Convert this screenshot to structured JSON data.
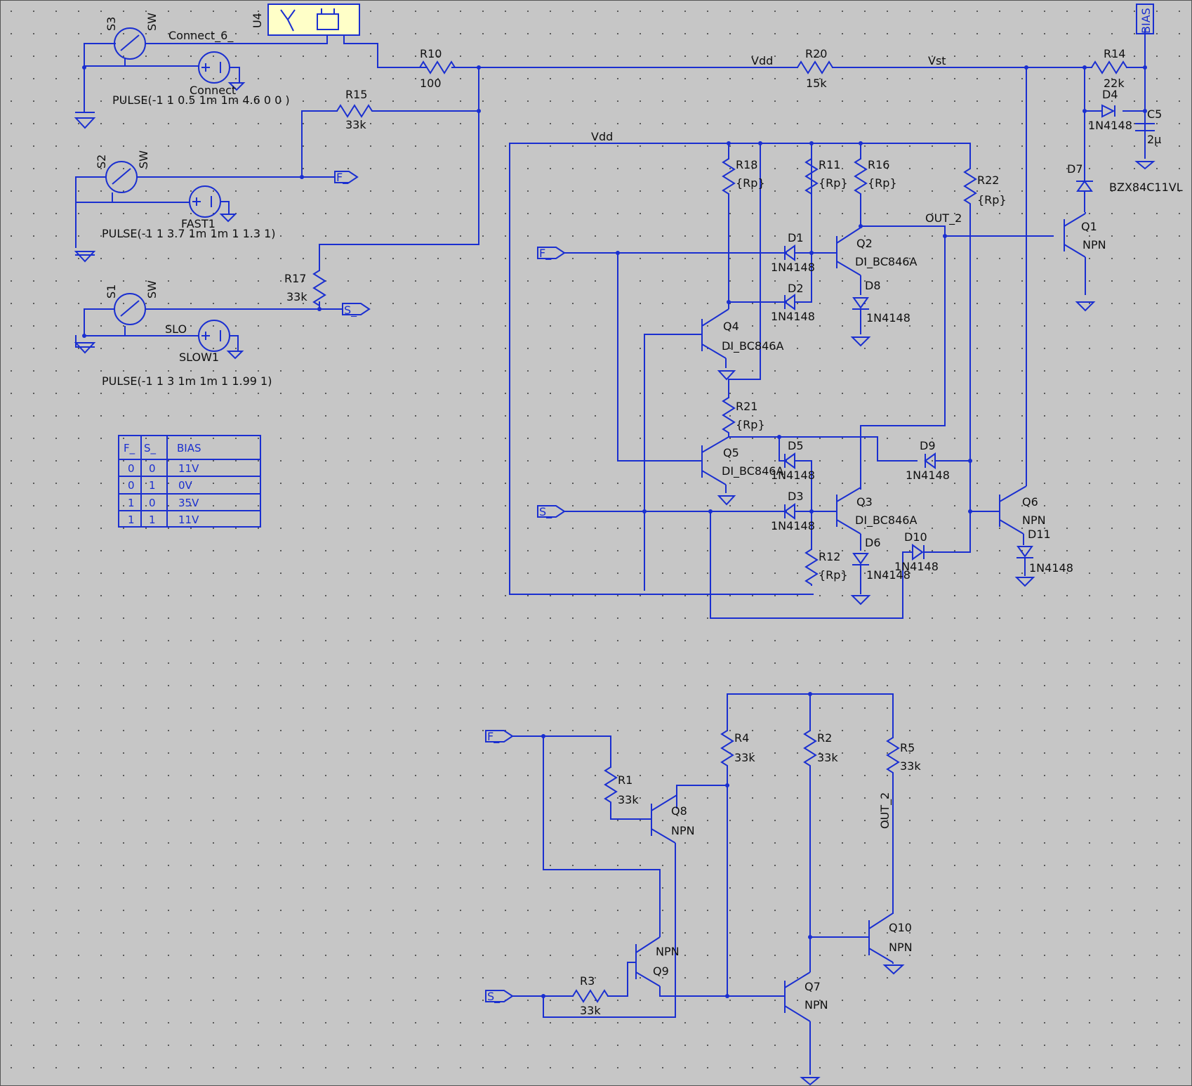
{
  "colors": {
    "background": "#c6c6c6",
    "wire": "#1a2fd0",
    "text": "#101010",
    "grid_dot": "#5a5a5a",
    "switch_box": "#ffffc8"
  },
  "nets": {
    "vdd_top": "Vdd",
    "vst": "Vst",
    "vdd_box": "Vdd",
    "out2": "OUT_2",
    "out2_lower": "OUT_2",
    "connect": "Connect",
    "connect6": "Connect_6_",
    "fast": "FAST1",
    "slo": "SLO",
    "slow": "SLOW1",
    "bias": "BIAS"
  },
  "ports": {
    "f": "F_",
    "s": "S_"
  },
  "components": {
    "U4": {
      "ref": "U4"
    },
    "S3": {
      "ref": "S3",
      "model": "SW"
    },
    "S2": {
      "ref": "S2",
      "model": "SW"
    },
    "S1": {
      "ref": "S1",
      "model": "SW"
    },
    "V3": {
      "value": "PULSE(-1 1 0.5 1m 1m 4.6 0 0 )"
    },
    "V2": {
      "value": "PULSE(-1 1 3.7 1m 1m 1 1.3 1)"
    },
    "V1": {
      "value": "PULSE(-1 1 3 1m 1m 1 1.99 1)"
    },
    "R10": {
      "ref": "R10",
      "value": "100"
    },
    "R20": {
      "ref": "R20",
      "value": "15k"
    },
    "R14": {
      "ref": "R14",
      "value": "22k"
    },
    "R15": {
      "ref": "R15",
      "value": "33k"
    },
    "R17": {
      "ref": "R17",
      "value": "33k"
    },
    "R18": {
      "ref": "R18",
      "value": "{Rp}"
    },
    "R11": {
      "ref": "R11",
      "value": "{Rp}"
    },
    "R16": {
      "ref": "R16",
      "value": "{Rp}"
    },
    "R22": {
      "ref": "R22",
      "value": "{Rp}"
    },
    "R21": {
      "ref": "R21",
      "value": "{Rp}"
    },
    "R12": {
      "ref": "R12",
      "value": "{Rp}"
    },
    "R4": {
      "ref": "R4",
      "value": "33k"
    },
    "R2": {
      "ref": "R2",
      "value": "33k"
    },
    "R5": {
      "ref": "R5",
      "value": "33k"
    },
    "R1": {
      "ref": "R1",
      "value": "33k"
    },
    "R3": {
      "ref": "R3",
      "value": "33k"
    },
    "D4": {
      "ref": "D4",
      "value": "1N4148"
    },
    "C5": {
      "ref": "C5",
      "value": "2µ"
    },
    "D7": {
      "ref": "D7",
      "value": "BZX84C11VL"
    },
    "D1": {
      "ref": "D1",
      "value": "1N4148"
    },
    "D2": {
      "ref": "D2",
      "value": "1N4148"
    },
    "D8": {
      "ref": "D8",
      "value": "1N4148"
    },
    "D5": {
      "ref": "D5",
      "value": "1N4148"
    },
    "D9": {
      "ref": "D9",
      "value": "1N4148"
    },
    "D3": {
      "ref": "D3",
      "value": "1N4148"
    },
    "D6": {
      "ref": "D6",
      "value": "1N4148"
    },
    "D10": {
      "ref": "D10",
      "value": "1N4148"
    },
    "D11": {
      "ref": "D11",
      "value": "1N4148"
    },
    "Q1": {
      "ref": "Q1",
      "model": "NPN"
    },
    "Q2": {
      "ref": "Q2",
      "model": "DI_BC846A"
    },
    "Q4": {
      "ref": "Q4",
      "model": "DI_BC846A"
    },
    "Q5": {
      "ref": "Q5",
      "model": "DI_BC846A"
    },
    "Q3": {
      "ref": "Q3",
      "model": "DI_BC846A"
    },
    "Q6": {
      "ref": "Q6",
      "model": "NPN"
    },
    "Q8": {
      "ref": "Q8",
      "model": "NPN"
    },
    "Q9": {
      "ref": "Q9",
      "model": "NPN"
    },
    "Q7": {
      "ref": "Q7",
      "model": "NPN"
    },
    "Q10": {
      "ref": "Q10",
      "model": "NPN"
    }
  },
  "truth_table": {
    "headers": [
      "F_",
      "S_",
      "BIAS"
    ],
    "rows": [
      [
        "0",
        "0",
        "11V"
      ],
      [
        "0",
        "1",
        "0V"
      ],
      [
        "1",
        "0",
        "35V"
      ],
      [
        "1",
        "1",
        "11V"
      ]
    ]
  }
}
